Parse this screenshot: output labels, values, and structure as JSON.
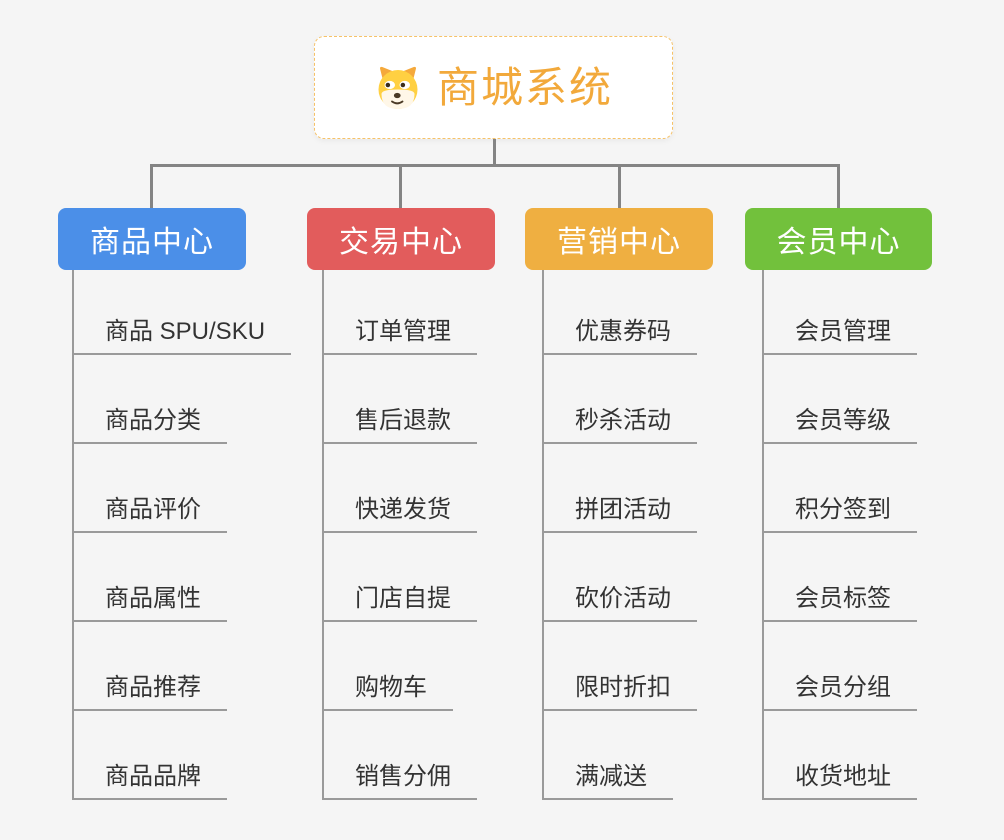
{
  "page": {
    "background": "#f5f5f5",
    "connector_color": "#848484",
    "leaf_line_color": "#9a9a9a"
  },
  "root": {
    "title": "商城系统",
    "icon": "dog-face-icon",
    "text_color": "#f2a93b",
    "border_color": "#f6c268"
  },
  "branches": [
    {
      "label": "商品中心",
      "color": "#4b8fe8",
      "items": [
        "商品 SPU/SKU",
        "商品分类",
        "商品评价",
        "商品属性",
        "商品推荐",
        "商品品牌"
      ]
    },
    {
      "label": "交易中心",
      "color": "#e25c5c",
      "items": [
        "订单管理",
        "售后退款",
        "快递发货",
        "门店自提",
        "购物车",
        "销售分佣"
      ]
    },
    {
      "label": "营销中心",
      "color": "#efaf41",
      "items": [
        "优惠券码",
        "秒杀活动",
        "拼团活动",
        "砍价活动",
        "限时折扣",
        "满减送"
      ]
    },
    {
      "label": "会员中心",
      "color": "#72c13c",
      "items": [
        "会员管理",
        "会员等级",
        "积分签到",
        "会员标签",
        "会员分组",
        "收货地址"
      ]
    }
  ]
}
